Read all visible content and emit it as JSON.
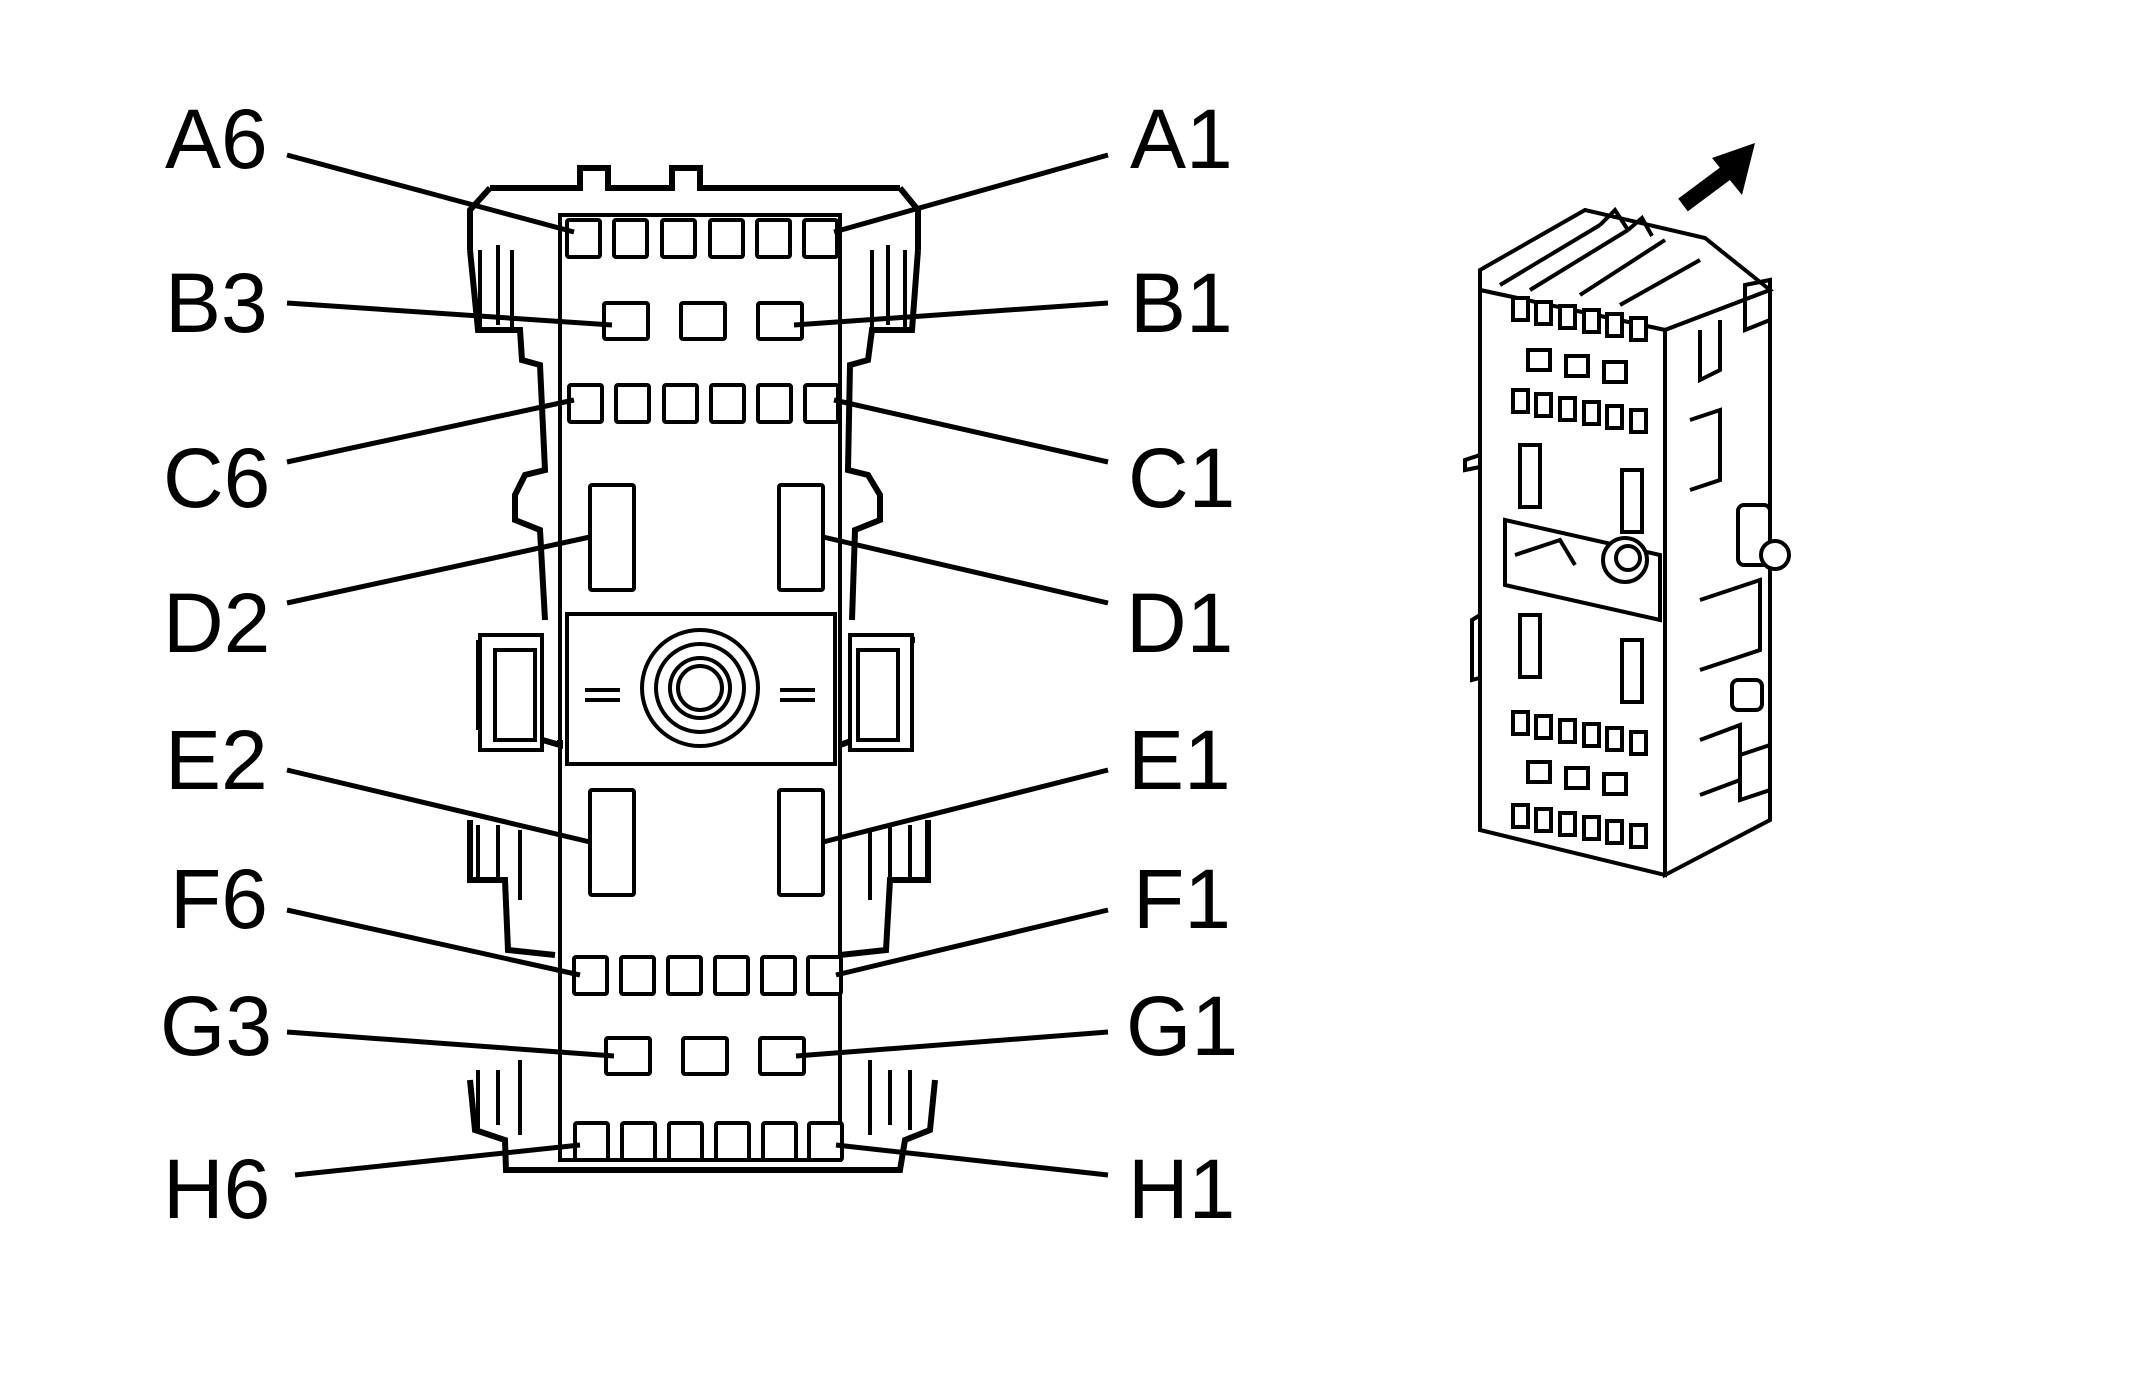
{
  "diagram": {
    "pin_labels": {
      "A6": "A6",
      "A1": "A1",
      "B3": "B3",
      "B1": "B1",
      "C6": "C6",
      "C1": "C1",
      "D2": "D2",
      "D1": "D1",
      "E2": "E2",
      "E1": "E1",
      "F6": "F6",
      "F1": "F1",
      "G3": "G3",
      "G1": "G1",
      "H6": "H6",
      "H1": "H1"
    }
  }
}
